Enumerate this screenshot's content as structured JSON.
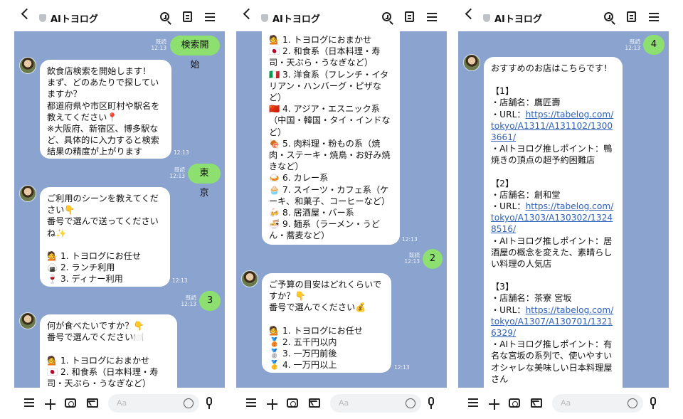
{
  "header": {
    "title": "AIトヨログ"
  },
  "input_bar": {
    "placeholder": "Aa"
  },
  "screens": [
    {
      "messages": [
        {
          "from": "me",
          "text": "検索開始",
          "read": "既読",
          "time": "12:13"
        },
        {
          "from": "bot",
          "text": "飲食店検索を開始します！\nまず、どのあたりで探していますか？\n都道府県や市区町村や駅名を教えてください📍\n※大阪府、新宿区、博多駅など、具体的に入力すると検索結果の精度が上がります",
          "time": "12:13"
        },
        {
          "from": "me",
          "text": "東京",
          "read": "既読",
          "time": "12:13"
        },
        {
          "from": "bot",
          "text": "ご利用のシーンを教えてください👇\n番号で選んで送ってくださいね✨\n\n💁 1. トヨログにお任せ\n🍙 2. ランチ利用\n🍷 3. ディナー利用",
          "time": "12:13"
        },
        {
          "from": "me",
          "text": "3",
          "read": "既読",
          "time": "12:13"
        },
        {
          "from": "bot",
          "text": "何が食べたいですか？👇\n番号で選んでください🍽️\n\n💁 1. トヨログにおまかせ\n🇯🇵 2. 和食系（日本料理・寿司・天ぷら・うなぎなど）"
        }
      ]
    },
    {
      "messages": [
        {
          "from": "bot",
          "text": "💁 1. トヨログにおまかせ\n🇯🇵 2. 和食系（日本料理・寿司・天ぷら・うなぎなど）\n🇮🇹 3. 洋食系（フレンチ・イタリアン・ハンバーグ・ピザなど）\n🇨🇳 4. アジア・エスニック系（中国・韓国・タイ・インドなど）\n🍖 5. 肉料理・粉もの系（焼肉・ステーキ・焼鳥・お好み焼きなど）\n🍛 6. カレー系\n🧁 7. スイーツ・カフェ系（ケーキ、和菓子、コーヒーなど）\n🍻 8. 居酒屋・バー系\n🍜 9. 麺系（ラーメン・うどん・蕎麦など）",
          "time": "12:13"
        },
        {
          "from": "me",
          "text": "2",
          "read": "既読",
          "time": "12:13"
        },
        {
          "from": "bot",
          "text": "ご予算の目安はどれくらいですか？👇\n番号で選んでください💰\n\n💁 1. トヨログにお任せ\n🥉 2. 五千円以内\n🥈 3. 一万円前後\n🥇 4. 一万円以上",
          "time": "12:13"
        }
      ]
    },
    {
      "messages": [
        {
          "from": "me",
          "text": "4",
          "read": "既読",
          "time": "12:13"
        },
        {
          "from": "bot",
          "intro": "おすすめのお店はこちらです！",
          "shops": [
            {
              "index": "【1】",
              "name_line": "・店舗名：鷹匠壽",
              "url_label": "・URL：",
              "url": "https://tabelog.com/tokyo/A1311/A131102/13003661/",
              "point_line": "・AIトヨログ推しポイント：鴨焼きの頂点の超予約困難店"
            },
            {
              "index": "【2】",
              "name_line": "・店舗名：創和堂",
              "url_label": "・URL：",
              "url": "https://tabelog.com/tokyo/A1303/A130302/13248516/",
              "point_line": "・AIトヨログ推しポイント：居酒屋の概念を変えた、素晴らしい料理の人気店"
            },
            {
              "index": "【3】",
              "name_line": "・店舗名：茶寮 宮坂",
              "url_label": "・URL：",
              "url": "https://tabelog.com/tokyo/A1307/A130701/13216329/",
              "point_line": "・AIトヨログ推しポイント：有名な宮坂の系列で、使いやすいオシャレな美味しい日本料理屋さん"
            }
          ]
        }
      ]
    }
  ]
}
